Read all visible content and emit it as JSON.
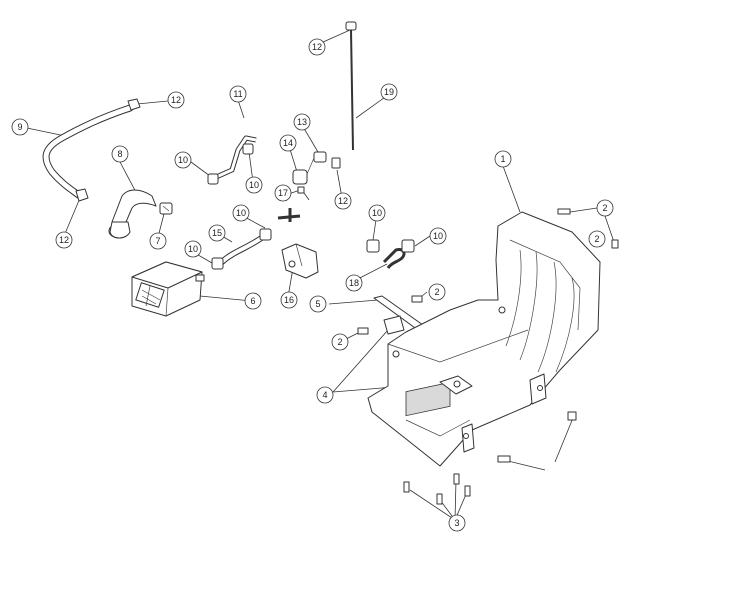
{
  "callouts": [
    {
      "label": "1"
    },
    {
      "label": "2"
    },
    {
      "label": "2"
    },
    {
      "label": "2"
    },
    {
      "label": "2"
    },
    {
      "label": "3"
    },
    {
      "label": "4"
    },
    {
      "label": "5"
    },
    {
      "label": "6"
    },
    {
      "label": "7"
    },
    {
      "label": "8"
    },
    {
      "label": "9"
    },
    {
      "label": "10"
    },
    {
      "label": "10"
    },
    {
      "label": "10"
    },
    {
      "label": "10"
    },
    {
      "label": "10"
    },
    {
      "label": "10"
    },
    {
      "label": "11"
    },
    {
      "label": "12"
    },
    {
      "label": "12"
    },
    {
      "label": "12"
    },
    {
      "label": "12"
    },
    {
      "label": "13"
    },
    {
      "label": "14"
    },
    {
      "label": "15"
    },
    {
      "label": "16"
    },
    {
      "label": "17"
    },
    {
      "label": "18"
    },
    {
      "label": "19"
    }
  ]
}
